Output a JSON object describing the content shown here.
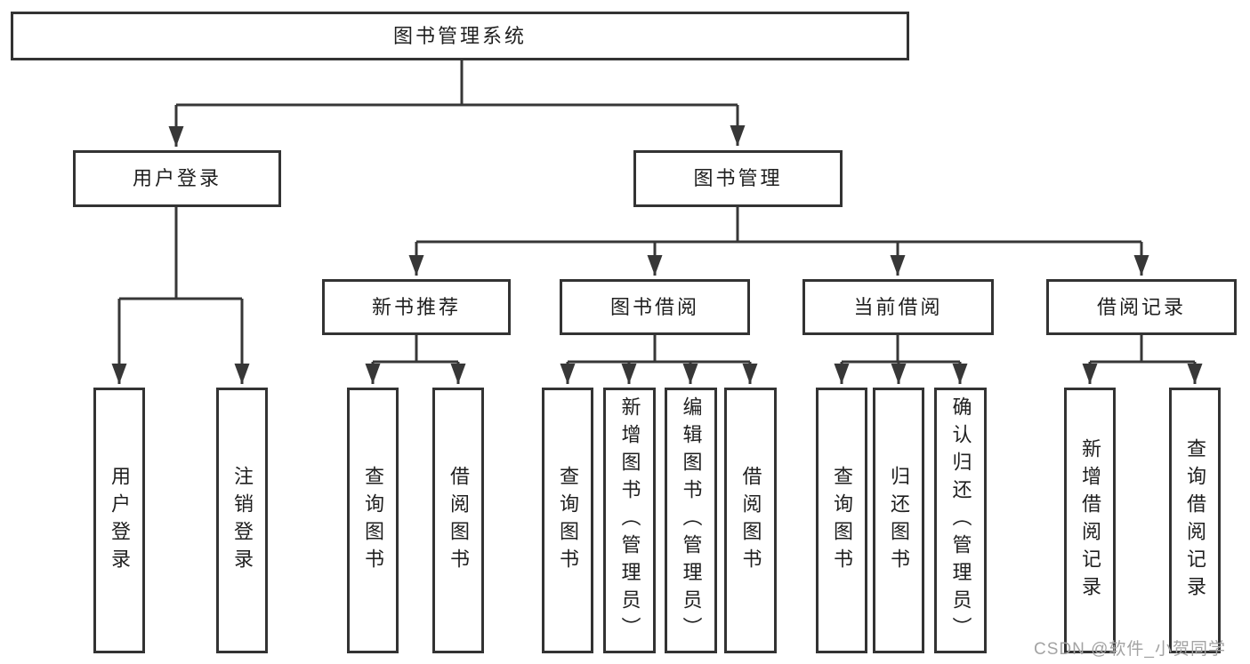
{
  "colors": {
    "line": "#373737",
    "box_border": "#333333",
    "text": "#1f1f1f",
    "watermark": "#a3a3a3",
    "background": "#ffffff"
  },
  "tree": {
    "root": "图书管理系统",
    "children": [
      {
        "label": "用户登录",
        "children": [
          "用户登录",
          "注销登录"
        ]
      },
      {
        "label": "图书管理",
        "children": [
          {
            "label": "新书推荐",
            "children": [
              "查询图书",
              "借阅图书"
            ]
          },
          {
            "label": "图书借阅",
            "children": [
              "查询图书",
              "新增图书（管理员）",
              "编辑图书（管理员）",
              "借阅图书"
            ]
          },
          {
            "label": "当前借阅",
            "children": [
              "查询图书",
              "归还图书",
              "确认归还（管理员）"
            ]
          },
          {
            "label": "借阅记录",
            "children": [
              "新增借阅记录",
              "查询借阅记录"
            ]
          }
        ]
      }
    ]
  },
  "watermark": "CSDN @软件_小贺同学"
}
